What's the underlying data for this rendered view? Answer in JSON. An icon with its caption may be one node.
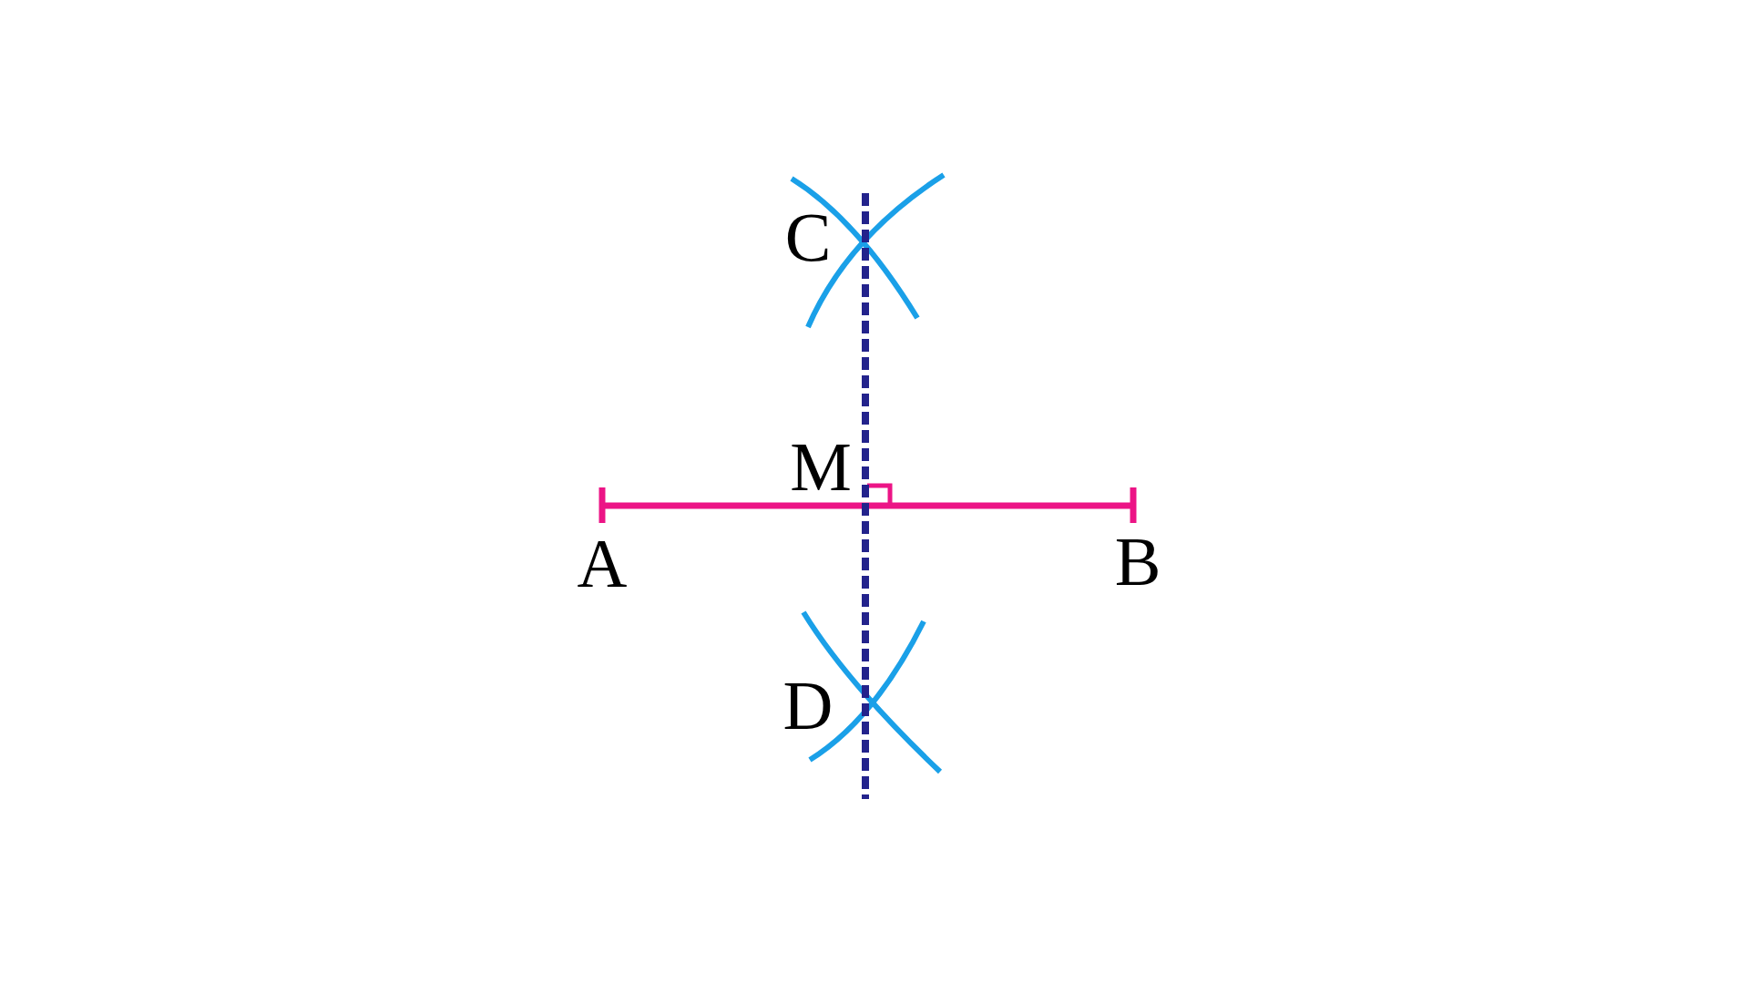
{
  "diagram": {
    "labels": [
      "C",
      "M",
      "A",
      "B",
      "D"
    ]
  }
}
